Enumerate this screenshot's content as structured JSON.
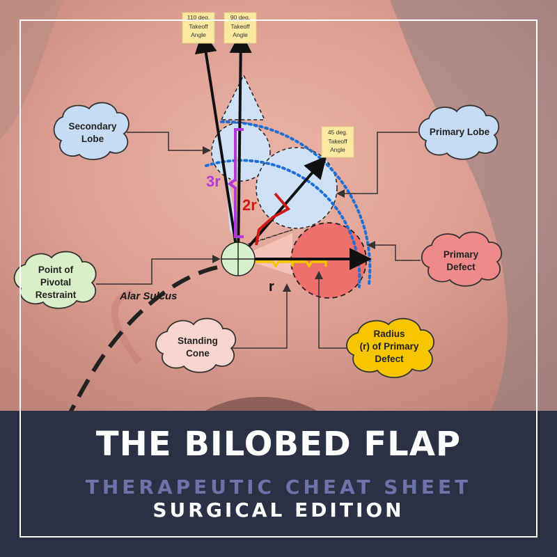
{
  "header": {
    "title": "THE BILOBED FLAP",
    "subtitle": "THERAPEUTIC CHEAT SHEET",
    "edition": "SURGICAL EDITION"
  },
  "angle_labels": {
    "deg110": [
      "110 deg.",
      "Takeoff",
      "Angle"
    ],
    "deg90": [
      "90 deg.",
      "Takeoff",
      "Angle"
    ],
    "deg45": [
      "45 deg.",
      "Takeoff",
      "Angle"
    ]
  },
  "callouts": {
    "secondary_lobe": [
      "Secondary",
      "Lobe"
    ],
    "primary_lobe": [
      "Primary Lobe"
    ],
    "primary_defect": [
      "Primary",
      "Defect"
    ],
    "pivot": [
      "Point of",
      "Pivotal",
      "Restraint"
    ],
    "standing_cone": [
      "Standing",
      "Cone"
    ],
    "radius": [
      "Radius",
      "(r) of Primary",
      "Defect"
    ]
  },
  "measure_labels": {
    "three_r": "3r",
    "two_r": "2r",
    "r": "r"
  },
  "anatomy": {
    "alar_sulcus": "Alar Sulcus"
  },
  "colors": {
    "banner": "#2b3044",
    "subtitle": "#6c73a8",
    "cloud_blue": "#c6dcf4",
    "cloud_pink": "#f08a8a",
    "cloud_peach": "#f8d6cf",
    "cloud_yellow": "#f6c500",
    "lobe_fill": "#cfe1f6",
    "defect_fill": "#ef6f6c",
    "dotted_arc": "#1e6fd6",
    "three_r": "#b23ad8",
    "two_r": "#d01818",
    "note_yellow": "#fbe9a0"
  }
}
